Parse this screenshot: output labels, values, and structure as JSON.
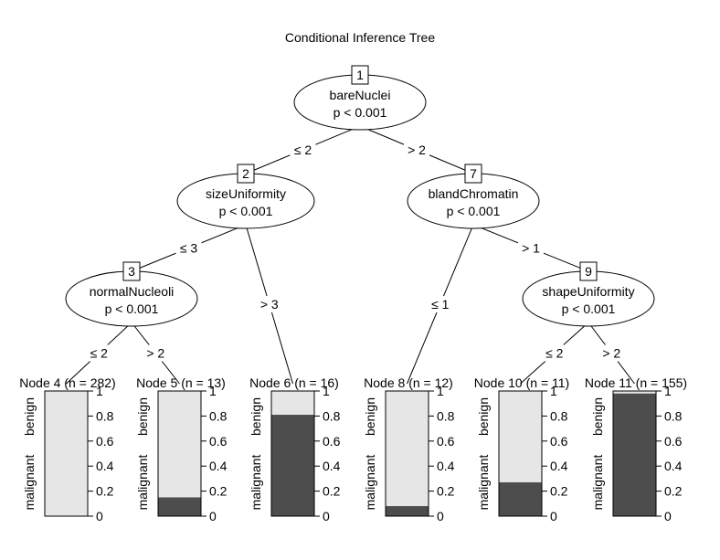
{
  "title": "Conditional Inference Tree",
  "colors": {
    "benign": "#e6e6e6",
    "malignant": "#4d4d4d",
    "stroke": "#000000"
  },
  "inner_nodes": [
    {
      "id": "1",
      "variable": "bareNuclei",
      "p": "p < 0.001"
    },
    {
      "id": "2",
      "variable": "sizeUniformity",
      "p": "p < 0.001"
    },
    {
      "id": "3",
      "variable": "normalNucleoli",
      "p": "p < 0.001"
    },
    {
      "id": "7",
      "variable": "blandChromatin",
      "p": "p < 0.001"
    },
    {
      "id": "9",
      "variable": "shapeUniformity",
      "p": "p < 0.001"
    }
  ],
  "edges": [
    {
      "from": "1",
      "to": "2",
      "label": "≤ 2"
    },
    {
      "from": "1",
      "to": "7",
      "label": "> 2"
    },
    {
      "from": "2",
      "to": "3",
      "label": "≤ 3"
    },
    {
      "from": "2",
      "to": "6",
      "label": "> 3"
    },
    {
      "from": "3",
      "to": "4",
      "label": "≤ 2"
    },
    {
      "from": "3",
      "to": "5",
      "label": "> 2"
    },
    {
      "from": "7",
      "to": "8",
      "label": "≤ 1"
    },
    {
      "from": "7",
      "to": "9",
      "label": "> 1"
    },
    {
      "from": "9",
      "to": "10",
      "label": "≤ 2"
    },
    {
      "from": "9",
      "to": "11",
      "label": "> 2"
    }
  ],
  "y_axis_ticks": [
    "0",
    "0.2",
    "0.4",
    "0.6",
    "0.8",
    "1"
  ],
  "class_labels": [
    "benign",
    "malignant"
  ],
  "chart_data": {
    "type": "bar",
    "categories": [
      "Node 4 (n = 282)",
      "Node 5 (n = 13)",
      "Node 6 (n = 16)",
      "Node 8 (n = 12)",
      "Node 10 (n = 11)",
      "Node 11 (n = 155)"
    ],
    "series": [
      {
        "name": "malignant",
        "values": [
          0.0,
          0.15,
          0.81,
          0.08,
          0.27,
          0.98
        ]
      },
      {
        "name": "benign",
        "values": [
          1.0,
          0.85,
          0.19,
          0.92,
          0.73,
          0.02
        ]
      }
    ],
    "ylim": [
      0,
      1
    ]
  }
}
